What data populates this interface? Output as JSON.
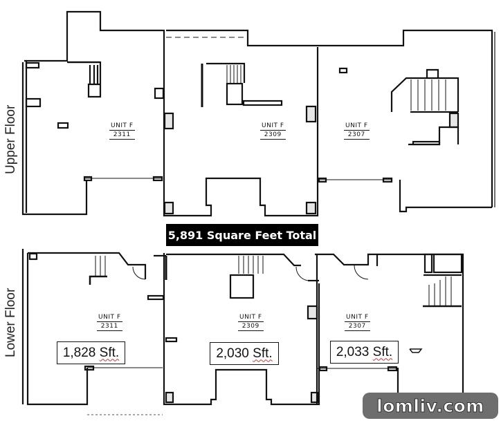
{
  "floors": {
    "upper": {
      "label": "Upper Floor"
    },
    "lower": {
      "label": "Lower Floor"
    }
  },
  "total": {
    "text": "5,891 Square Feet Total"
  },
  "units": {
    "upper": [
      {
        "name": "UNIT F",
        "number": "2311"
      },
      {
        "name": "UNIT F",
        "number": "2309"
      },
      {
        "name": "UNIT F",
        "number": "2307"
      }
    ],
    "lower": [
      {
        "name": "UNIT F",
        "number": "2311",
        "area_value": "1,828",
        "area_unit": "Sft."
      },
      {
        "name": "UNIT F",
        "number": "2309",
        "area_value": "2,030",
        "area_unit": "Sft."
      },
      {
        "name": "UNIT F",
        "number": "2307",
        "area_value": "2,033",
        "area_unit": "Sft."
      }
    ]
  },
  "watermark": {
    "text": "lomliv.com"
  },
  "colors": {
    "wall": "#111111",
    "banner_bg": "#000000",
    "banner_text": "#ffffff",
    "watermark_bg": "#6e6e6e"
  }
}
